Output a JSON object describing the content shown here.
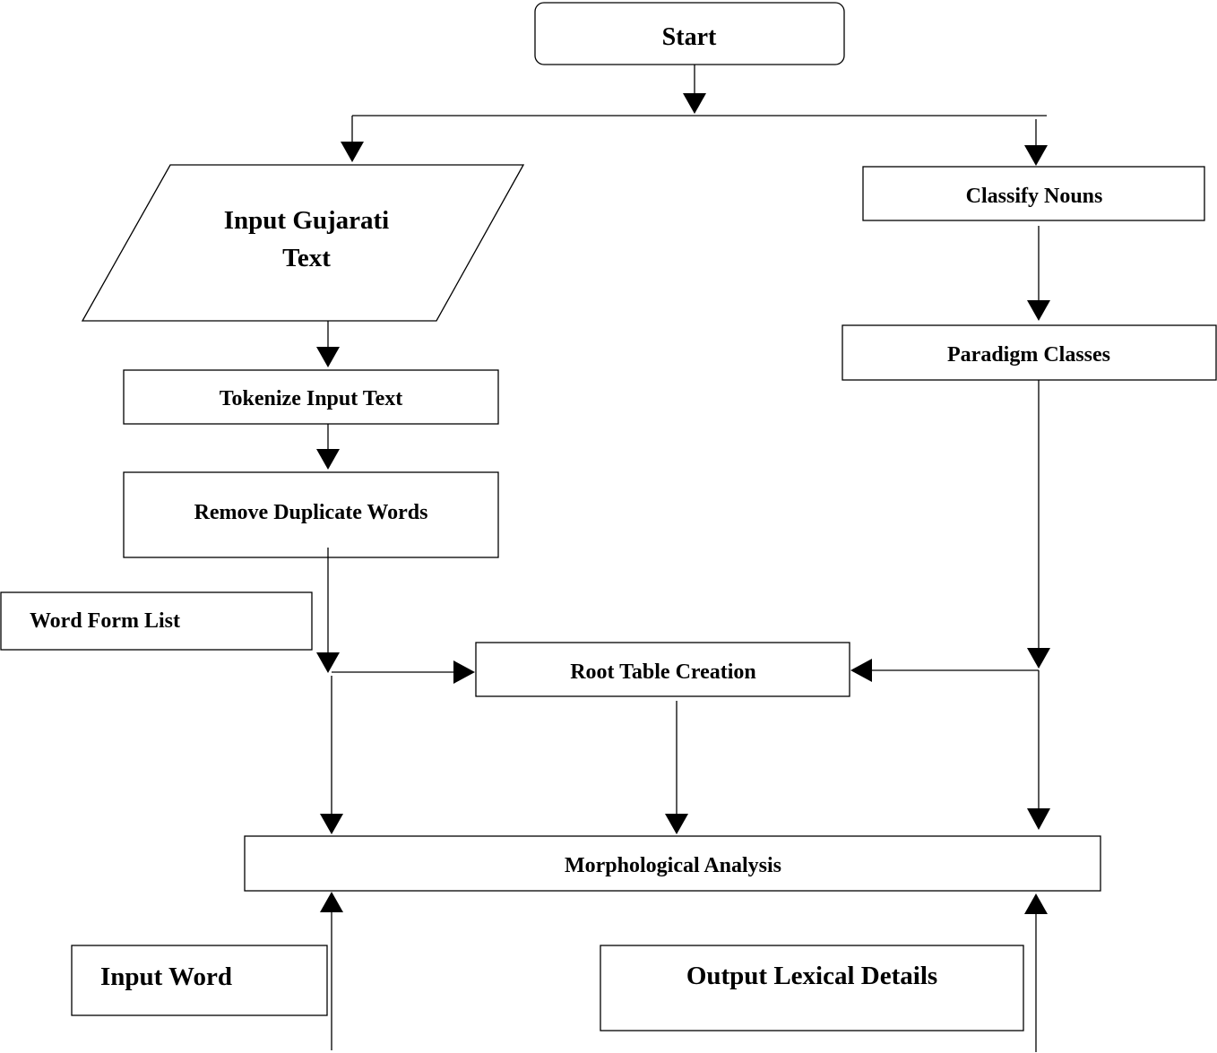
{
  "nodes": {
    "start": "Start",
    "input_text_line1": "Input Gujarati",
    "input_text_line2": "Text",
    "tokenize": "Tokenize Input Text",
    "remove_duplicates": "Remove Duplicate Words",
    "word_form_list": "Word Form List",
    "classify_nouns": "Classify Nouns",
    "paradigm_classes": "Paradigm Classes",
    "root_table": "Root Table Creation",
    "morph_analysis": "Morphological Analysis",
    "input_word": "Input Word",
    "output_lexical": "Output Lexical Details"
  }
}
